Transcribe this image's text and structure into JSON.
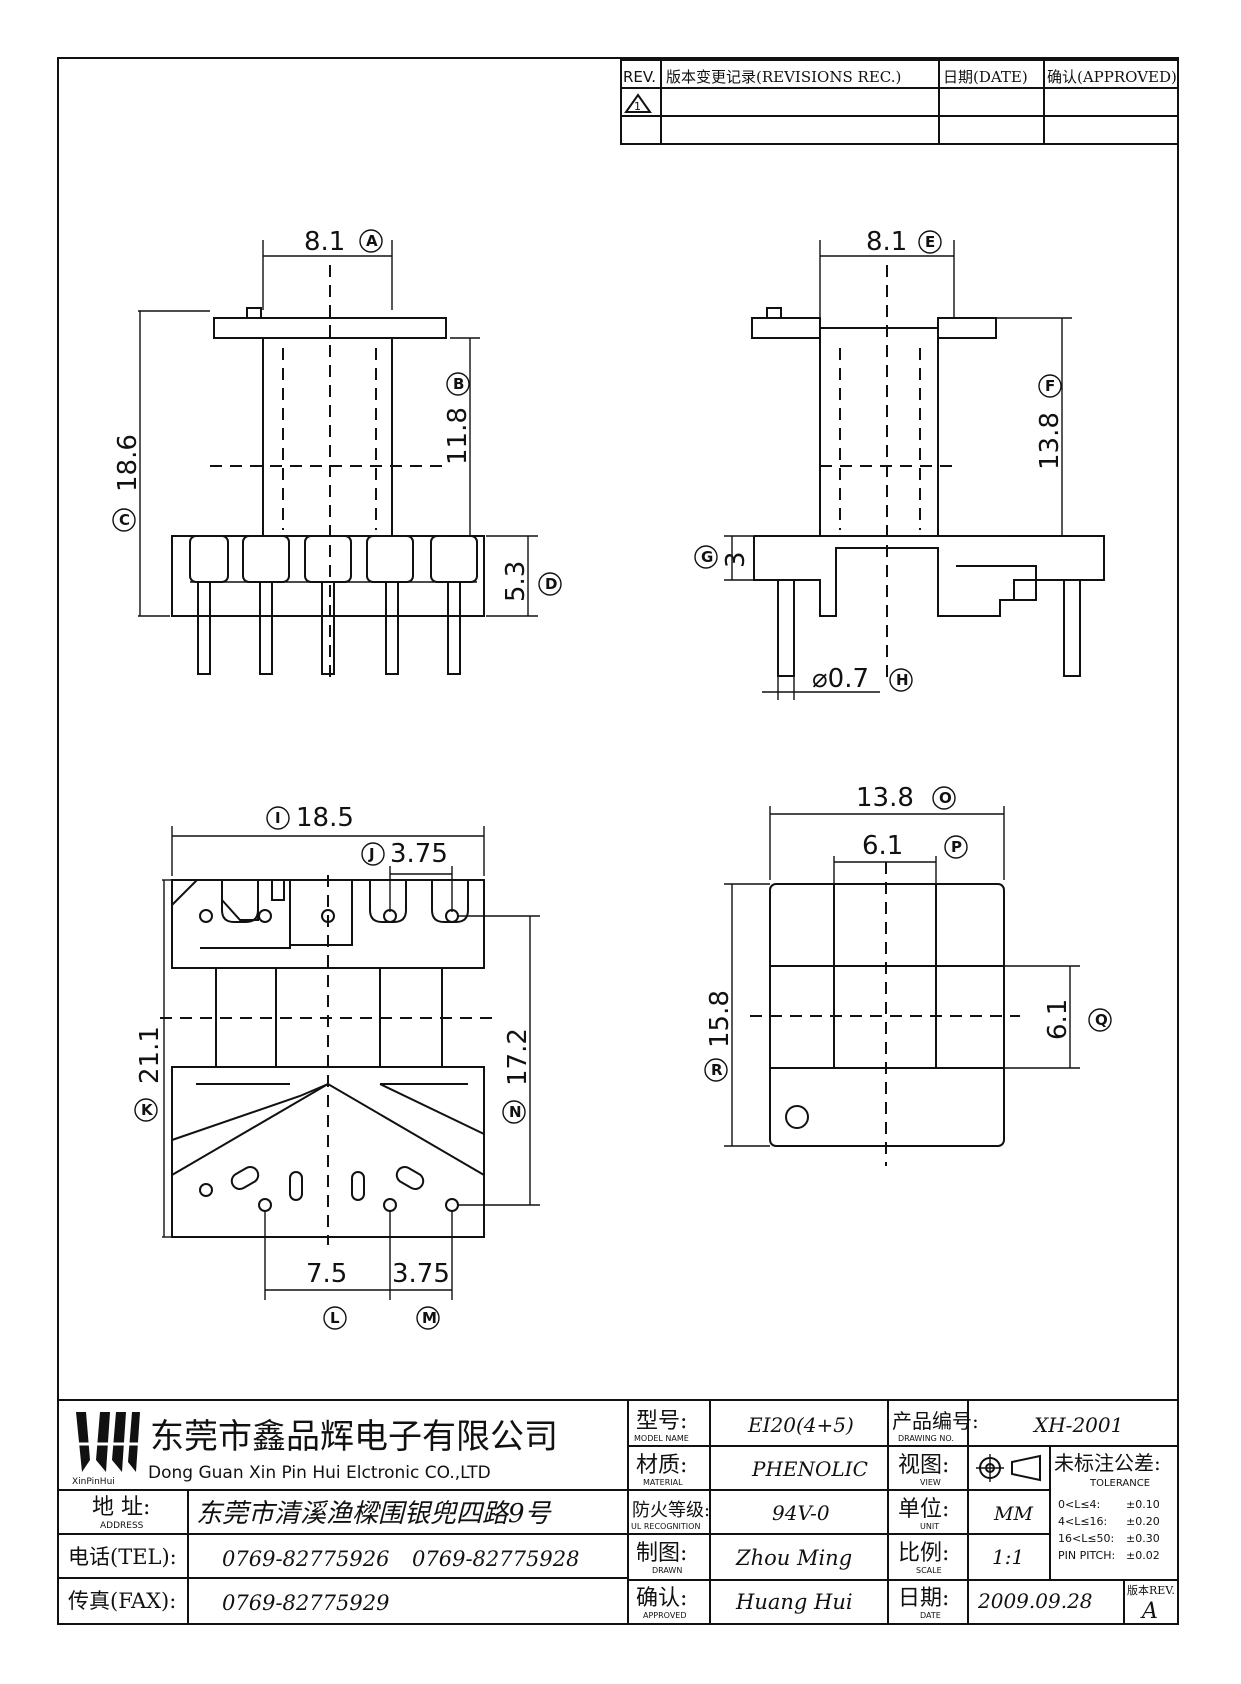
{
  "revision_table": {
    "headers": [
      "REV.",
      "版本变更记录(REVISIONS REC.)",
      "日期(DATE)",
      "确认(APPROVED)"
    ],
    "rev_mark": "1"
  },
  "dimensions": {
    "A": {
      "label": "A",
      "value": "8.1"
    },
    "B": {
      "label": "B",
      "value": "11.8"
    },
    "C": {
      "label": "C",
      "value": "18.6"
    },
    "D": {
      "label": "D",
      "value": "5.3"
    },
    "E": {
      "label": "E",
      "value": "8.1"
    },
    "F": {
      "label": "F",
      "value": "13.8"
    },
    "G": {
      "label": "G",
      "value": "3"
    },
    "H": {
      "label": "H",
      "value": "⌀0.7"
    },
    "I": {
      "label": "I",
      "value": "18.5"
    },
    "J": {
      "label": "J",
      "value": "3.75"
    },
    "K": {
      "label": "K",
      "value": "21.1"
    },
    "L": {
      "label": "L",
      "value": "7.5"
    },
    "M": {
      "label": "M",
      "value": "3.75"
    },
    "N": {
      "label": "N",
      "value": "17.2"
    },
    "O": {
      "label": "O",
      "value": "13.8"
    },
    "P": {
      "label": "P",
      "value": "6.1"
    },
    "Q": {
      "label": "Q",
      "value": "6.1"
    },
    "R": {
      "label": "R",
      "value": "15.8"
    }
  },
  "title_block": {
    "logo_text": "XinPinHui",
    "company_cn": "东莞市鑫品辉电子有限公司",
    "company_en": "Dong Guan Xin Pin Hui Elctronic CO.,LTD",
    "address_label": "地 址:",
    "address_label_en": "ADDRESS",
    "address": "东莞市清溪渔樑围银兜四路9号",
    "tel_label": "电话(TEL):",
    "tel1": "0769-82775926",
    "tel2": "0769-82775928",
    "fax_label": "传真(FAX):",
    "fax": "0769-82775929",
    "model_label": "型号:",
    "model_label_en": "MODEL NAME",
    "model": "EI20(4+5)",
    "drawing_no_label": "产品编号:",
    "drawing_no_label_en": "DRAWING NO.",
    "drawing_no": "XH-2001",
    "material_label": "材质:",
    "material_label_en": "MATERIAL",
    "material": "PHENOLIC",
    "view_label": "视图:",
    "view_label_en": "VIEW",
    "ul_label": "防火等级:",
    "ul_label_en": "UL RECOGNITION",
    "ul": "94V-0",
    "unit_label": "单位:",
    "unit_label_en": "UNIT",
    "unit": "MM",
    "drawn_label": "制图:",
    "drawn_label_en": "DRAWN",
    "drawn": "Zhou Ming",
    "scale_label": "比例:",
    "scale_label_en": "SCALE",
    "scale": "1:1",
    "approved_label": "确认:",
    "approved_label_en": "APPROVED",
    "approved": "Huang Hui",
    "date_label": "日期:",
    "date_label_en": "DATE",
    "date": "2009.09.28",
    "tolerance_title": "未标注公差:",
    "tolerance_title_en": "TOLERANCE",
    "tolerances": [
      {
        "range": "0<L≤4:",
        "value": "±0.10"
      },
      {
        "range": "4<L≤16:",
        "value": "±0.20"
      },
      {
        "range": "16<L≤50:",
        "value": "±0.30"
      },
      {
        "range": "PIN PITCH:",
        "value": "±0.02"
      }
    ],
    "rev_label": "版本REV.",
    "rev": "A"
  }
}
